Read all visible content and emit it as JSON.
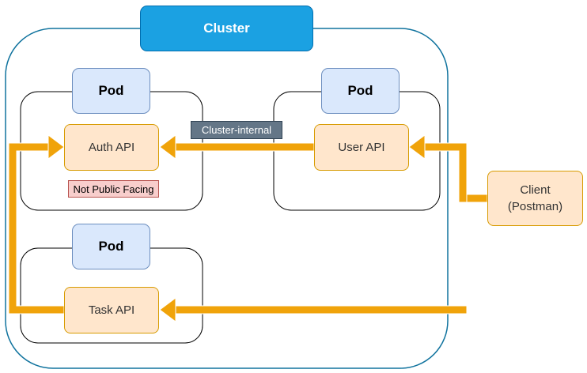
{
  "cluster": {
    "title": "Cluster"
  },
  "pods": [
    {
      "title": "Pod",
      "api": "Auth API"
    },
    {
      "title": "Pod",
      "api": "User API"
    },
    {
      "title": "Pod",
      "api": "Task API"
    }
  ],
  "client": {
    "label": "Client\n(Postman)"
  },
  "labels": {
    "cluster_internal": "Cluster-internal",
    "not_public": "Not Public Facing"
  },
  "colors": {
    "cluster_fill": "#1ba1e2",
    "pod_fill": "#dae8fc",
    "api_fill": "#ffe6cc",
    "arrow": "#f0a30a",
    "badge_internal": "#647687",
    "badge_public": "#f8cecc"
  }
}
